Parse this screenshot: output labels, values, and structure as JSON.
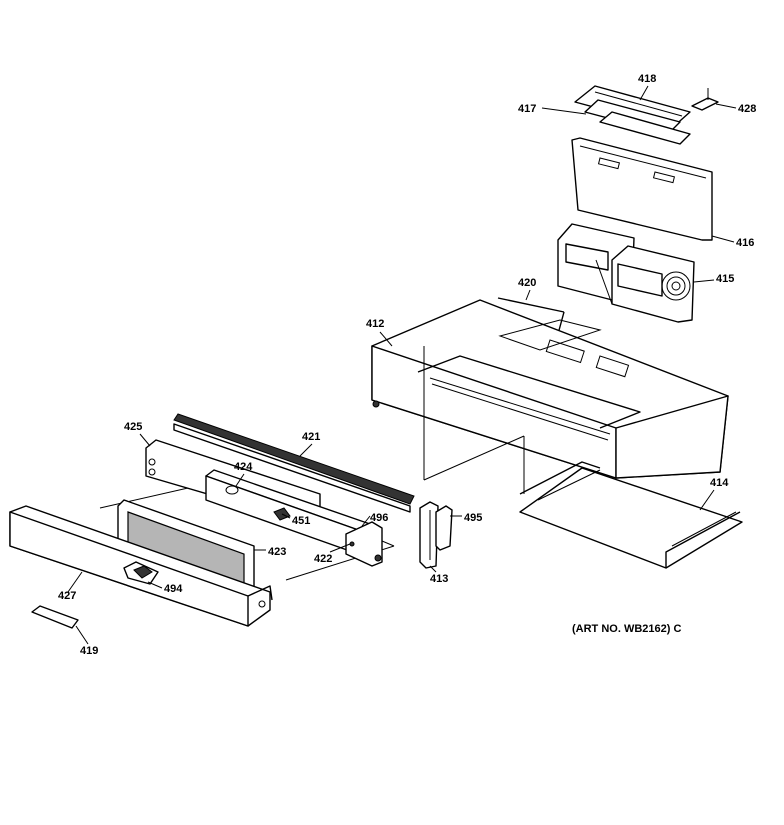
{
  "callouts": [
    {
      "id": "c418",
      "text": "418"
    },
    {
      "id": "c417",
      "text": "417"
    },
    {
      "id": "c428",
      "text": "428"
    },
    {
      "id": "c416",
      "text": "416"
    },
    {
      "id": "c415",
      "text": "415"
    },
    {
      "id": "c420",
      "text": "420"
    },
    {
      "id": "c412",
      "text": "412"
    },
    {
      "id": "c425",
      "text": "425"
    },
    {
      "id": "c421",
      "text": "421"
    },
    {
      "id": "c424",
      "text": "424"
    },
    {
      "id": "c451",
      "text": "451"
    },
    {
      "id": "c496",
      "text": "496"
    },
    {
      "id": "c495",
      "text": "495"
    },
    {
      "id": "c423",
      "text": "423"
    },
    {
      "id": "c422",
      "text": "422"
    },
    {
      "id": "c413",
      "text": "413"
    },
    {
      "id": "c414",
      "text": "414"
    },
    {
      "id": "c427",
      "text": "427"
    },
    {
      "id": "c494",
      "text": "494"
    },
    {
      "id": "c419",
      "text": "419"
    }
  ],
  "art_number": "(ART NO. WB2162) C"
}
